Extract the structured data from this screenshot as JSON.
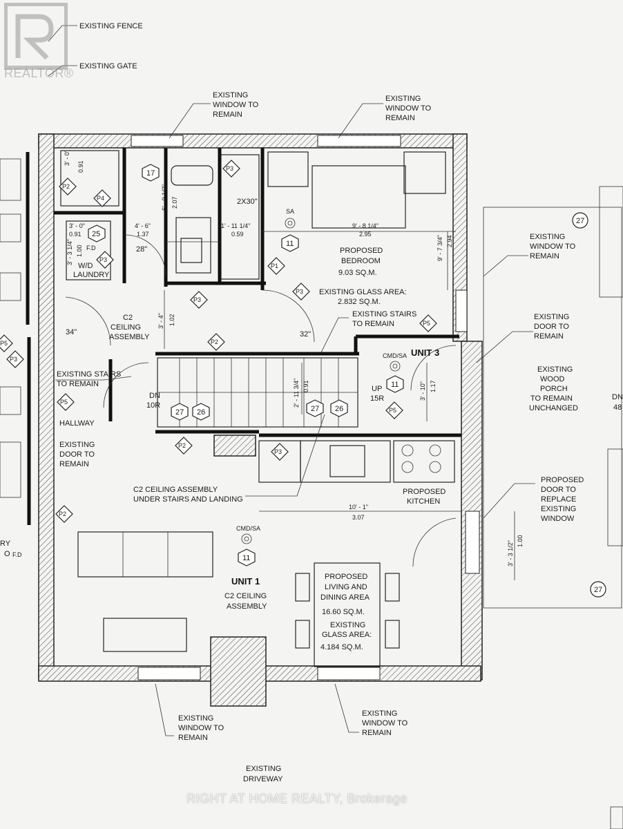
{
  "labels": {
    "existing_fence": "EXISTING FENCE",
    "existing_gate": "EXISTING GATE",
    "win_top_left": [
      "EXISTING",
      "WINDOW TO",
      "REMAIN"
    ],
    "win_top_right": [
      "EXISTING",
      "WINDOW TO",
      "REMAIN"
    ],
    "win_right": [
      "EXISTING",
      "WINDOW TO",
      "REMAIN"
    ],
    "door_right": [
      "EXISTING",
      "DOOR TO",
      "REMAIN"
    ],
    "porch": [
      "EXISTING",
      "WOOD",
      "PORCH",
      "TO REMAIN",
      "UNCHANGED"
    ],
    "proposed_door": [
      "PROPOSED",
      "DOOR TO",
      "REPLACE",
      "EXISTING",
      "WINDOW"
    ],
    "bedroom": [
      "PROPOSED",
      "BEDROOM",
      "9.03 SQ.M."
    ],
    "bedroom_glass": "EXISTING GLASS AREA:",
    "bedroom_glass_val": "2.832 SQ.M.",
    "stairs_top": [
      "EXISTING STAIRS",
      "TO REMAIN"
    ],
    "stairs_left": [
      "EXISTING STAIRS",
      "TO REMAIN"
    ],
    "unit3": "UNIT 3",
    "unit1": "UNIT 1",
    "c2_ceiling_top": [
      "C2",
      "CEILING",
      "ASSEMBLY"
    ],
    "c2_ceiling_bottom": [
      "C2 CEILING",
      "ASSEMBLY"
    ],
    "c2_under_stairs": [
      "C2 CEILING ASSEMBLY",
      "UNDER STAIRS AND LANDING"
    ],
    "laundry": [
      "W/D",
      "LAUNDRY"
    ],
    "hallway": "HALLWAY",
    "door_left": [
      "EXISTING",
      "DOOR TO",
      "REMAIN"
    ],
    "kitchen": [
      "PROPOSED",
      "KITCHEN"
    ],
    "living": [
      "PROPOSED",
      "LIVING AND",
      "DINING AREA",
      "16.60 SQ.M.",
      "EXISTING",
      "GLASS AREA:",
      "4.184 SQ.M."
    ],
    "win_bottom_left": [
      "EXISTING",
      "WINDOW TO",
      "REMAIN"
    ],
    "win_bottom_right": [
      "EXISTING",
      "WINDOW TO",
      "REMAIN"
    ],
    "driveway": [
      "EXISTING",
      "DRIVEWAY"
    ],
    "dn": [
      "DN",
      "10R"
    ],
    "up": [
      "UP",
      "15R"
    ],
    "cmd_sa": "CMD/SA",
    "sa": "SA",
    "pfd": "F.D",
    "size_2x30": "2X30\"",
    "swing_28": "28\"",
    "swing_32": "32\"",
    "swing_34": "34\"",
    "left_partial": [
      "RY",
      "O",
      "F.D"
    ],
    "right_partial": [
      "DN",
      "48"
    ]
  },
  "dimensions": {
    "d_3_0_top": "3' - 0\"",
    "d_0_91_top": "0.91",
    "d_3_0_mid": "3' - 0\"",
    "d_0_91_mid": "0.91",
    "d_3_3_14": "3' - 3 1/4\"",
    "d_1_00": "1.00",
    "d_4_6": "4' - 6\"",
    "d_1_37": "1.37",
    "d_6_9_12": "6' - 9 1/2\"",
    "d_2_07": "2.07",
    "d_1_11_14": "1' - 11 1/4\"",
    "d_0_59": "0.59",
    "d_9_8_14": "9' - 8 1/4\"",
    "d_2_95": "2.95",
    "d_9_7_34": "9' - 7 3/4\"",
    "d_2_94": "2.94",
    "d_3_4": "3' - 4\"",
    "d_1_02": "1.02",
    "d_2_11_34": "2' - 11 3/4\"",
    "d_0_91_stair": "0.91",
    "d_3_10": "3' - 10\"",
    "d_1_17": "1.17",
    "d_10_1": "10' - 1\"",
    "d_3_07": "3.07",
    "d_3_3_12": "3' - 3 1/2\"",
    "d_1_00_right": "1.00"
  },
  "tags": {
    "t17": "17",
    "t25": "25",
    "t11a": "11",
    "t11b": "11",
    "t11c": "11",
    "t27a": "27",
    "t26a": "26",
    "t27b": "27",
    "t26b": "26",
    "t27r1": "27",
    "t27r2": "27",
    "p1": "P1",
    "p2": "P2",
    "p3": "P3",
    "p4": "P4",
    "p5": "P5"
  },
  "watermark": {
    "brokerage": "RIGHT AT HOME REALTY, Brokerage",
    "realtor": "REALTOR®"
  }
}
